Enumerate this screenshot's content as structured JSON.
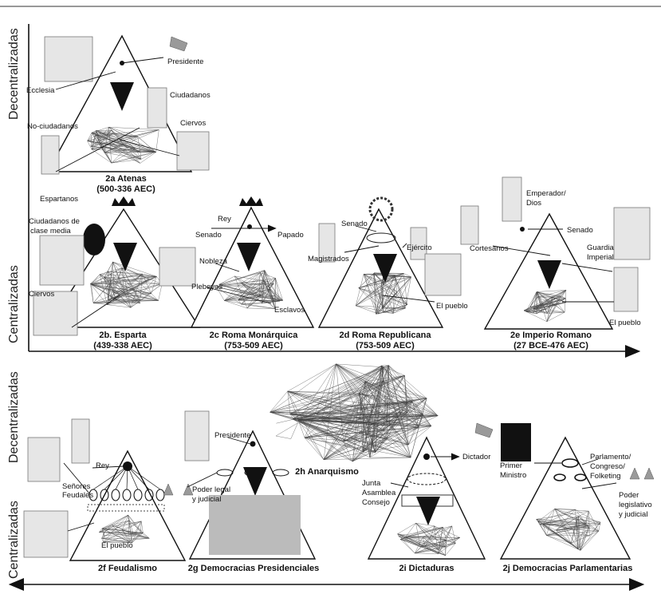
{
  "side_labels": {
    "top_decentral": "Decentralizadas",
    "top_central": "Centralizadas",
    "bottom_decentral": "Decentralizadas",
    "bottom_central": "Centralizadas"
  },
  "panels": [
    {
      "id": "2a",
      "caption1": "2a Atenas",
      "caption2": "(500-336 AEC)",
      "labels": [
        "Presidente",
        "Ecclesia",
        "Ciudadanos",
        "No-ciudadanos",
        "Ciervos"
      ]
    },
    {
      "id": "2b",
      "caption1": "2b. Esparta",
      "caption2": "(439-338 AEC)",
      "labels": [
        "Espartanos",
        "Ciudadanos de",
        "clase media",
        "Ciervos"
      ]
    },
    {
      "id": "2c",
      "caption1": "2c Roma Monárquica",
      "caption2": "(753-509 AEC)",
      "labels": [
        "Rey",
        "Senado",
        "Papado",
        "Nobleza",
        "Plebeyos",
        "Esclavos"
      ]
    },
    {
      "id": "2d",
      "caption1": "2d Roma Republicana",
      "caption2": "(753-509 AEC)",
      "labels": [
        "Senado",
        "Ejército",
        "Magistrados",
        "El pueblo"
      ]
    },
    {
      "id": "2e",
      "caption1": "2e Imperio Romano",
      "caption2": "(27 BCE-476 AEC)",
      "labels": [
        "Emperador/",
        "Dios",
        "Senado",
        "Cortesanos",
        "Guardia",
        "Imperial",
        "El pueblo"
      ]
    },
    {
      "id": "2f",
      "caption1": "2f Feudalismo",
      "labels": [
        "Rey",
        "Señores",
        "Feudales",
        "El pueblo"
      ]
    },
    {
      "id": "2g",
      "caption1": "2g Democracias Presidenciales",
      "labels": [
        "Presidente",
        "Poder legal",
        "y judicial"
      ]
    },
    {
      "id": "2h",
      "caption1": "2h Anarquismo",
      "labels": []
    },
    {
      "id": "2i",
      "caption1": "2i Dictaduras",
      "labels": [
        "Dictador",
        "Junta",
        "Asamblea",
        "Consejo"
      ]
    },
    {
      "id": "2j",
      "caption1": "2j Democracias Parlamentarias",
      "labels": [
        "Primer",
        "Ministro",
        "Parlamento/",
        "Congreso/",
        "Folketing",
        "Poder",
        "legislativo",
        "y judicial"
      ]
    }
  ]
}
